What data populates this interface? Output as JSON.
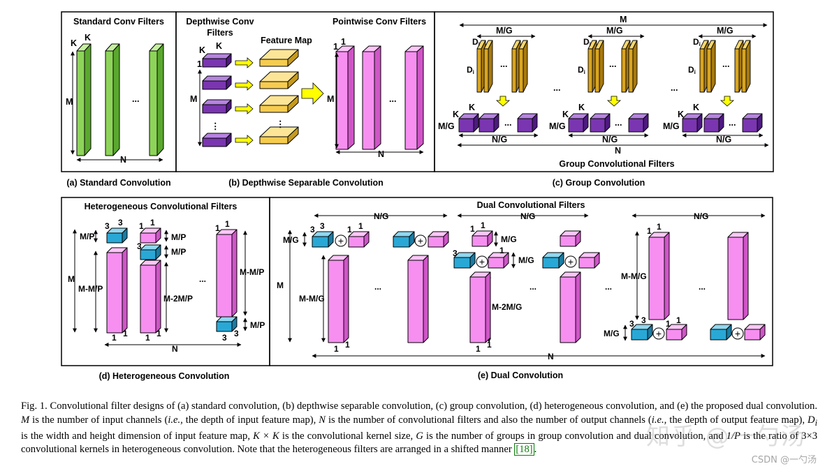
{
  "colors": {
    "green": "#8ed45a",
    "pink": "#f68ff0",
    "purple": "#7a35b0",
    "yellow": "#f6cc50",
    "gold": "#d9a520",
    "cyan": "#29a8d6",
    "arrow_yellow": "#ffff00"
  },
  "panels": {
    "a": {
      "title": "Standard Conv Filters",
      "caption": "(a) Standard Convolution",
      "labels": {
        "K1": "K",
        "K2": "K",
        "M": "M",
        "N": "N",
        "dots": "..."
      }
    },
    "b": {
      "title1": "Depthwise Conv",
      "title2": "Filters",
      "feature_map": "Feature Map",
      "pointwise": "Pointwise Conv Filters",
      "caption": "(b) Depthwise Separable Convolution",
      "labels": {
        "K1": "K",
        "K2": "K",
        "one": "1",
        "M": "M",
        "M2": "M",
        "N": "N",
        "p1": "1",
        "p2": "1",
        "dots": "...",
        "vdots": "⋮"
      }
    },
    "c": {
      "title": "Group Convolutional Filters",
      "caption": "(c) Group Convolution",
      "labels": {
        "M": "M",
        "MG": "M/G",
        "Di": "D",
        "Di_sub": "i",
        "K": "K",
        "NG": "N/G",
        "N": "N",
        "dots": "..."
      }
    },
    "d": {
      "title": "Heterogeneous Convolutional Filters",
      "caption": "(d) Heterogeneous Convolution",
      "labels": {
        "three": "3",
        "one": "1",
        "MP": "M/P",
        "M": "M",
        "MMP": "M-M/P",
        "M2MP": "M-2M/P",
        "N": "N",
        "dots": "..."
      }
    },
    "e": {
      "title": "Dual Convolutional Filters",
      "caption": "(e) Dual Convolution",
      "labels": {
        "NG": "N/G",
        "MG": "M/G",
        "M": "M",
        "MMG": "M-M/G",
        "M2MG": "M-2M/G",
        "N": "N",
        "three": "3",
        "one": "1",
        "plus": "+",
        "dots": "..."
      }
    }
  },
  "caption": {
    "p1": "Fig. 1.  Convolutional filter designs of (a) standard convolution, (b) depthwise separable convolution, (c) group convolution, (d) heterogeneous convolution, and (e) the proposed dual convolution. ",
    "v_M": "M",
    "p2": " is the number of input channels (",
    "ie1": "i.e.,",
    "p3": " the depth of input feature map), ",
    "v_N": "N",
    "p4": " is the number of convolutional filters and also the number of output channels (",
    "ie2": "i.e.,",
    "p5": " the depth of output feature map), ",
    "v_D": "D",
    "v_Di": "i",
    "p6": " is the width and height dimension of input feature map, ",
    "v_KK": "K × K",
    "p7": " is the convolutional kernel size, ",
    "v_G": "G",
    "p8": " is the number of groups in group convolution and dual convolution, and ",
    "v_P": "1/P",
    "p9": " is the ratio of 3×3 convolutional kernels in heterogeneous convolution. Note that the heterogeneous filters are arranged in a shifted manner ",
    "cite": "[18]",
    "p10": "."
  },
  "watermark": {
    "csdn": "CSDN @一勺汤",
    "zhihu": "知乎 @一勺汤"
  }
}
